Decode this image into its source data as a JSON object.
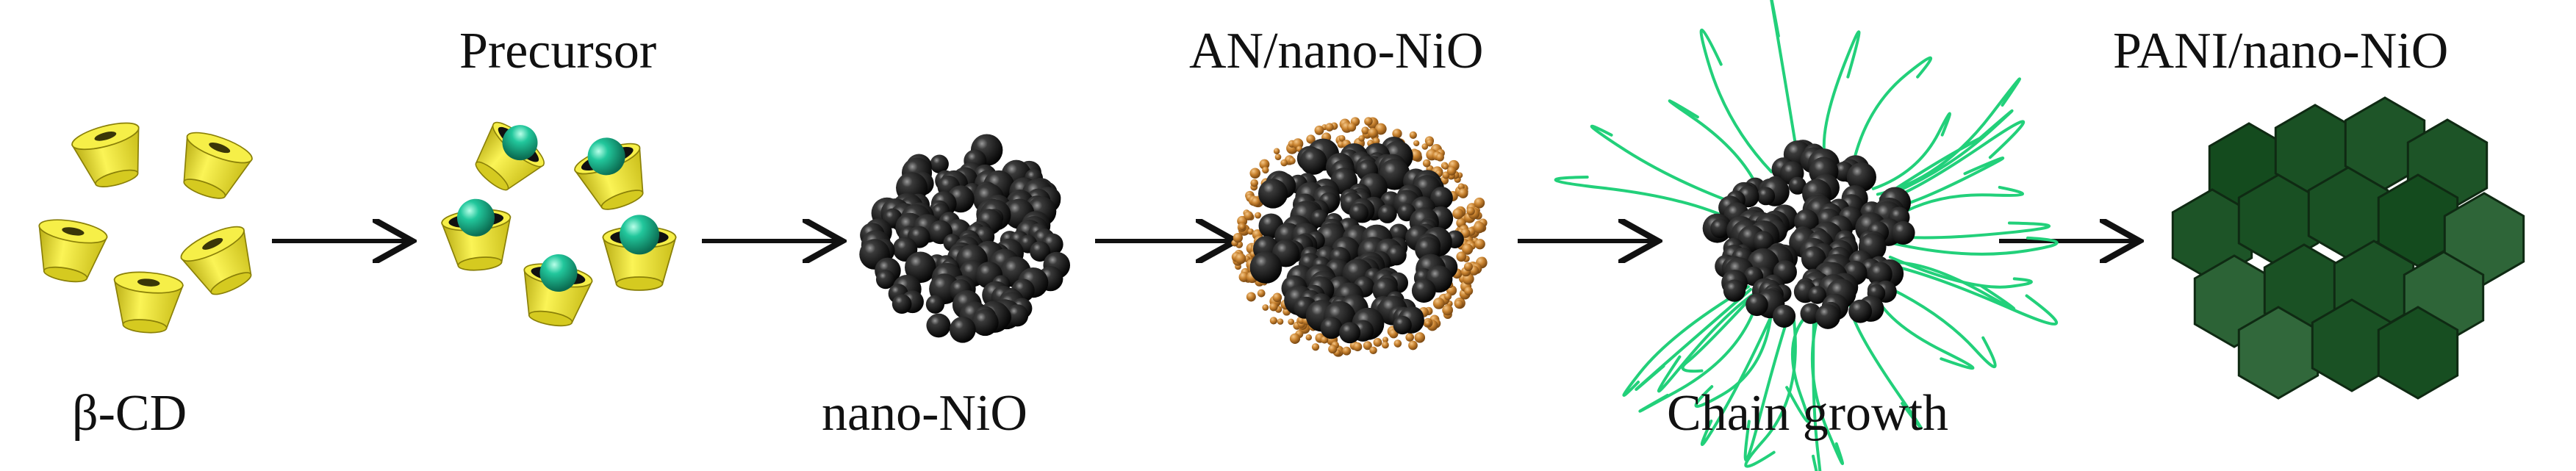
{
  "labels": {
    "beta_cd": "β-CD",
    "precursor": "Precursor",
    "nano_nio": "nano-NiO",
    "an_nano_nio": "AN/nano-NiO",
    "chain_growth": "Chain growth",
    "pani_nano_nio": "PANI/nano-NiO"
  },
  "colors": {
    "cyclodextrin_yellow": "#e8e22a",
    "cyclodextrin_shadow": "#a89e10",
    "ni_ion_teal": "#1ec29a",
    "nio_black": "#1a1a1a",
    "aniline_orange": "#c8822f",
    "pani_chain_green": "#22d07a",
    "pani_shell_dark_green": "#1f4a26",
    "arrow": "#111111"
  },
  "icons": {
    "beta_cd": "cone-cluster-icon",
    "precursor": "filled-cone-cluster-icon",
    "nano_nio": "black-sphere-cluster-icon",
    "an_nano_nio": "sphere-cluster-with-monomers-icon",
    "chain_growth": "sphere-cluster-with-chains-icon",
    "pani_nano_nio": "green-polyhedra-cluster-icon"
  }
}
